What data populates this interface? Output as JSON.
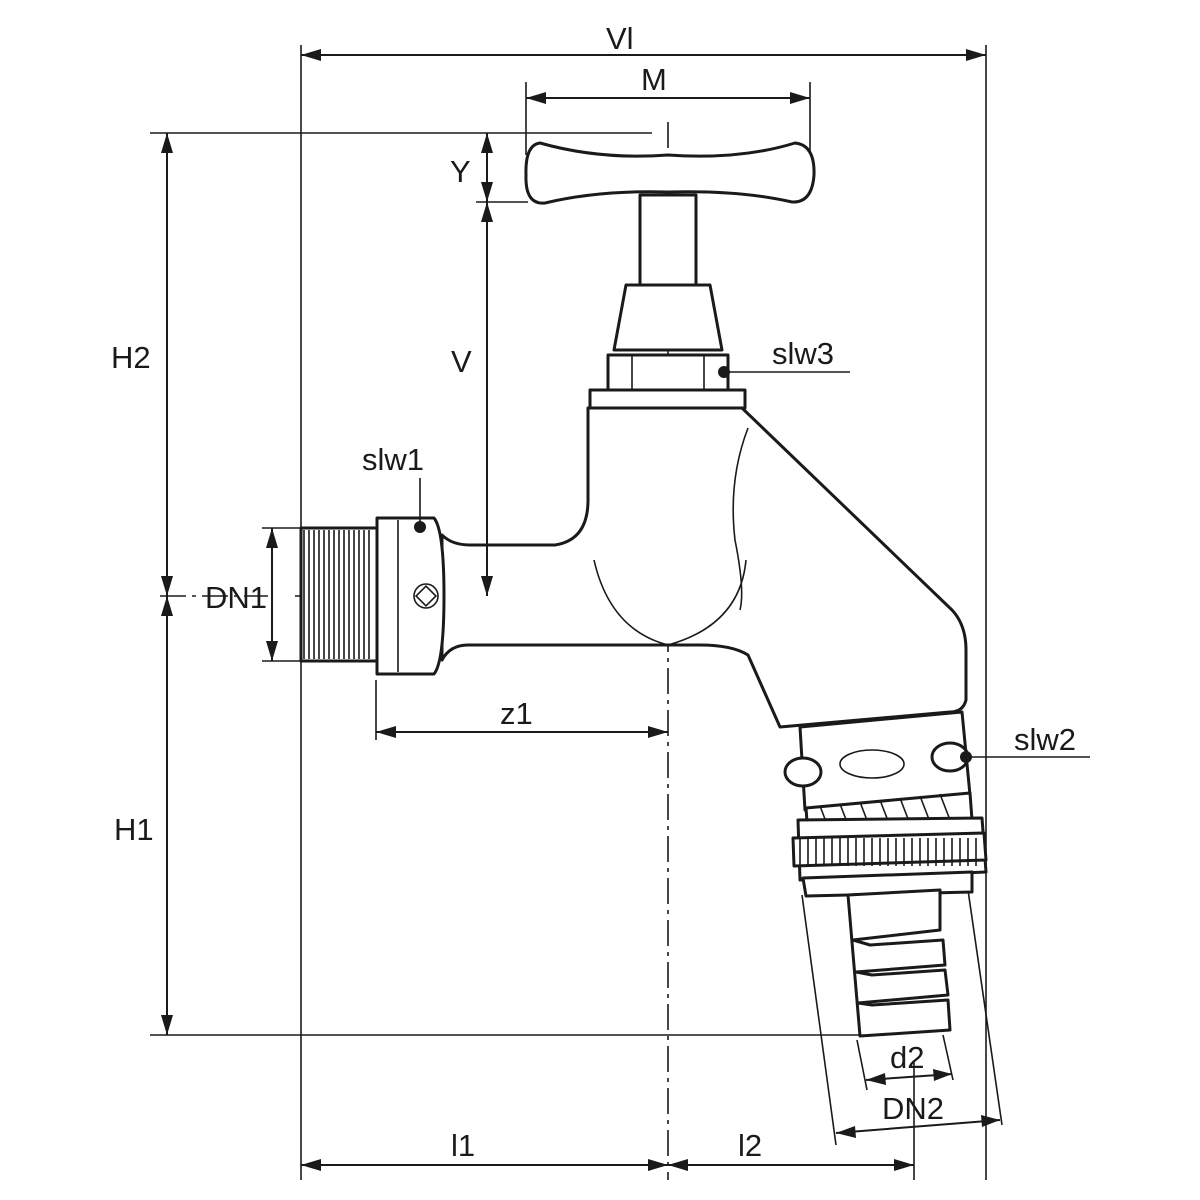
{
  "diagram": {
    "labels": {
      "vl": "Vl",
      "m": "M",
      "y": "Y",
      "v": "V",
      "h2": "H2",
      "h1": "H1",
      "dn1": "DN1",
      "z1": "z1",
      "l1": "l1",
      "l2": "l2",
      "d2": "d2",
      "dn2": "DN2",
      "slw1": "slw1",
      "slw2": "slw2",
      "slw3": "slw3"
    },
    "colors": {
      "line": "#1a1a1a",
      "background": "#ffffff"
    }
  }
}
